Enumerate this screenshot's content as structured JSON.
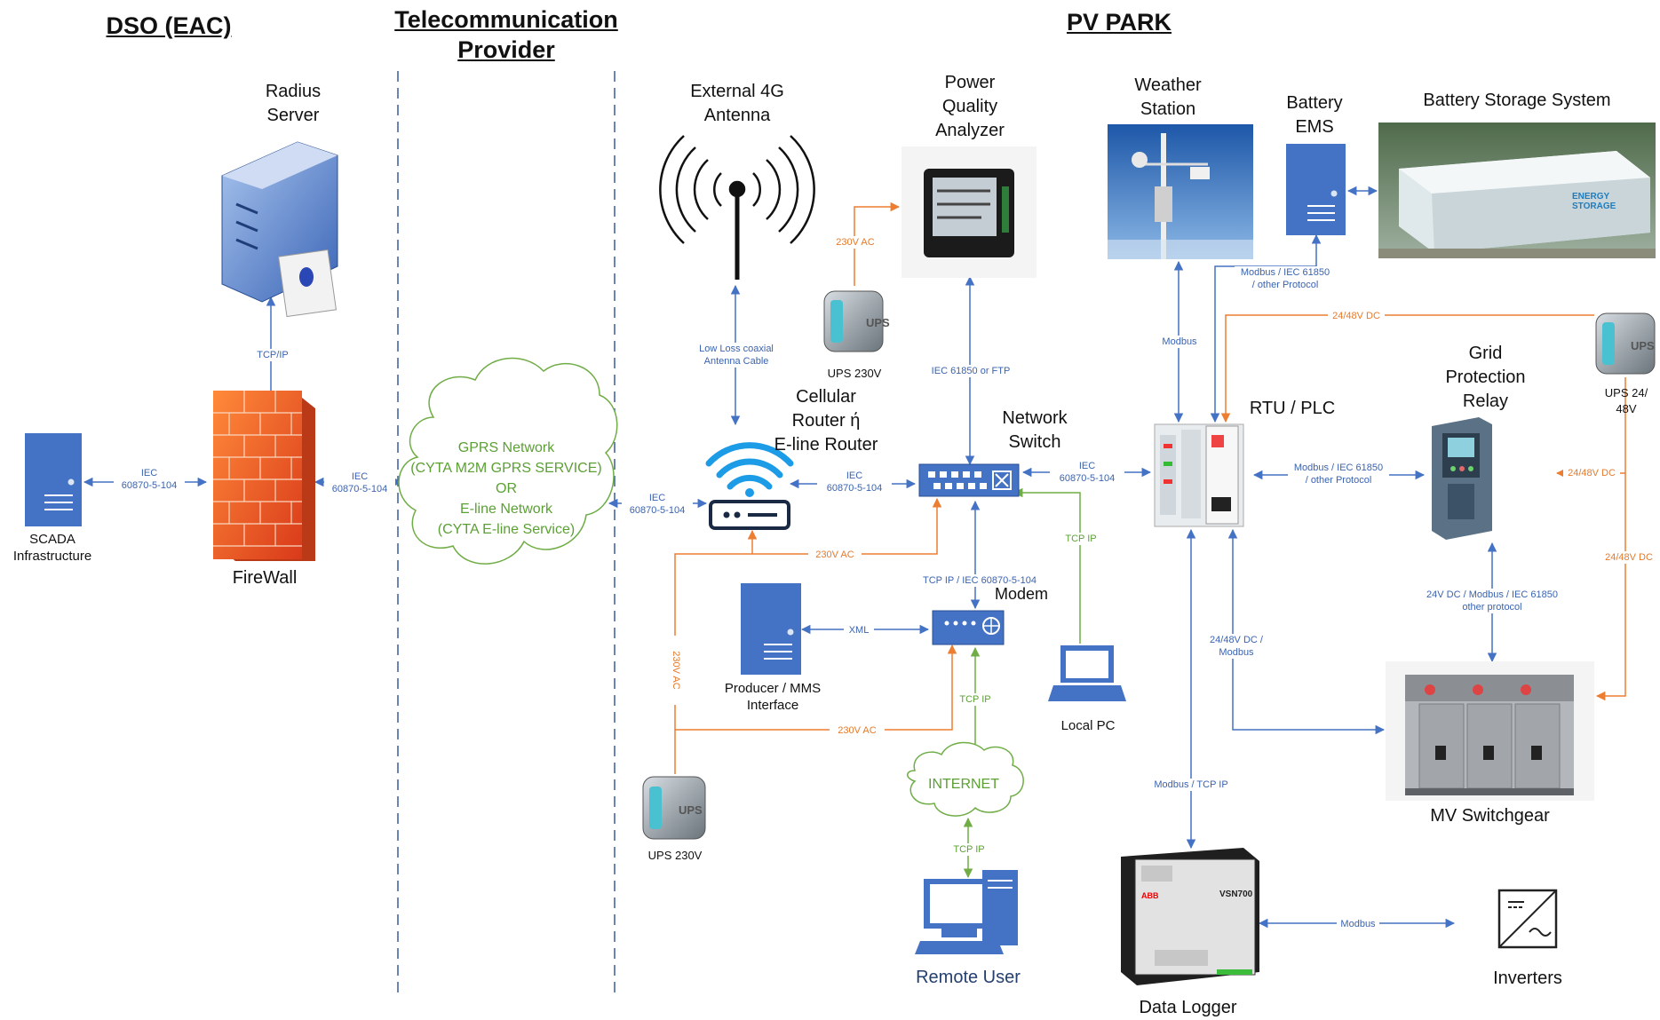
{
  "colors": {
    "data_link": "#4472c4",
    "power_link": "#ed7d31",
    "internet_link": "#70ad47",
    "server_blue": "#4472c4"
  },
  "sections": {
    "dso": "DSO (EAC)",
    "telecom": "Telecommunication\nProvider",
    "pv_park": "PV PARK"
  },
  "nodes": {
    "radius": "Radius\nServer",
    "scada": "SCADA\nInfrastructure",
    "firewall": "FireWall",
    "cloud": "GPRS Network\n(CYTA M2M GPRS SERVICE)\nOR\nE-line Network\n(CYTA E-line Service)",
    "antenna": "External 4G\nAntenna",
    "router": "Cellular\nRouter ή\nE-line Router",
    "ups_a": "UPS 230V",
    "ups_b": "UPS 230V",
    "ups_c": "UPS 24/\n48V",
    "ups_badge": "UPS",
    "pqa": "Power\nQuality\nAnalyzer",
    "switch": "Network\nSwitch",
    "modem": "Modem",
    "producer": "Producer / MMS\nInterface",
    "internet": "INTERNET",
    "remote": "Remote User",
    "local_pc": "Local PC",
    "weather": "Weather\nStation",
    "battery_ems": "Battery\nEMS",
    "bss": "Battery Storage System",
    "bss_text": "ENERGY\nSTORAGE",
    "rtu": "RTU / PLC",
    "grid": "Grid\nProtection\nRelay",
    "mv": "MV Switchgear",
    "logger": "Data Logger",
    "logger_model": "VSN700",
    "logger_brand": "ABB",
    "inverters": "Inverters"
  },
  "edges": {
    "tcpip_radius": "TCP/IP",
    "iec_scada": "IEC\n60870-5-104",
    "iec_fw": "IEC\n60870-5-104",
    "iec_cloud": "IEC\n60870-5-104",
    "iec_router": "IEC\n60870-5-104",
    "iec_rtu": "IEC\n60870-5-104",
    "coax": "Low Loss coaxial\nAntenna Cable",
    "ac_pqa": "230V AC",
    "iec61850_ftp": "IEC 61850 or FTP",
    "ac_router": "230V AC",
    "ac_vert": "230V AC",
    "ac_modem": "230V AC",
    "tcp_iec_modem": "TCP IP / IEC 60870-5-104",
    "xml": "XML",
    "tcp_localpc": "TCP IP",
    "tcp_internet": "TCP IP",
    "tcp_remote": "TCP IP",
    "modbus_weather": "Modbus",
    "modbus_bems": "Modbus / IEC 61850\n/ other Protocol",
    "dc_rtu": "24/48V DC",
    "modbus_grid": "Modbus / IEC 61850\n/ other Protocol",
    "dc_grid": "24/48V DC",
    "dc_mv": "24/48V DC",
    "dc_modbus_mv": "24/48V DC /\nModbus",
    "grid_mv": "24V DC / Modbus / IEC 61850\nother protocol",
    "modbus_tcp_logger": "Modbus / TCP IP",
    "modbus_inv": "Modbus"
  }
}
